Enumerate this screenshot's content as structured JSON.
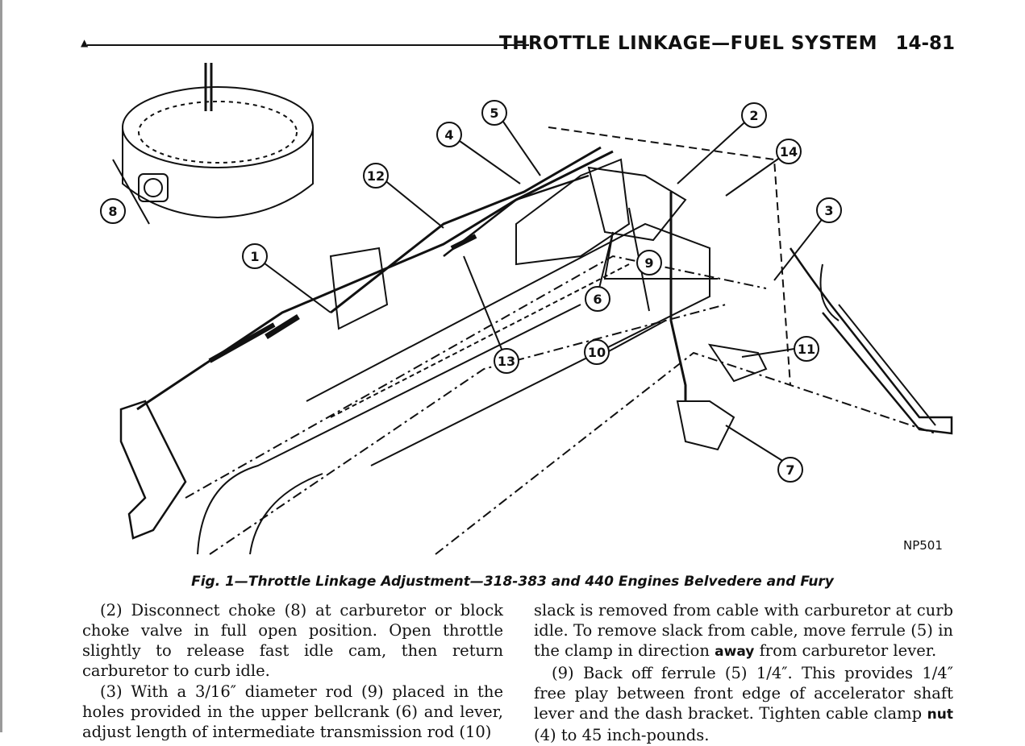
{
  "header": {
    "marker": "▲",
    "title": "THROTTLE LINKAGE—FUEL SYSTEM",
    "page_number": "14-81"
  },
  "figure": {
    "callouts": [
      "1",
      "2",
      "3",
      "4",
      "5",
      "6",
      "7",
      "8",
      "9",
      "10",
      "11",
      "12",
      "13",
      "14"
    ],
    "code": "NP501",
    "caption": "Fig. 1—Throttle Linkage Adjustment—318-383 and 440 Engines Belvedere and Fury"
  },
  "body": {
    "left": {
      "p1": "(2) Disconnect choke (8) at carburetor or block choke valve in full open position. Open throttle slightly to release fast idle cam, then return carbure­tor to curb idle.",
      "p2": "(3) With a 3/16″ diameter rod (9) placed in the holes provided in the upper bellcrank (6) and lever, adjust length of intermediate transmission rod (10)"
    },
    "right": {
      "p1": "slack is removed from cable with carburetor at curb idle. To remove slack from cable, move ferrule (5) in the clamp in direction",
      "p1_bold": "away",
      "p1_end": "from carburetor lever.",
      "p2": "(9) Back off ferrule (5) 1/4″. This provides 1/4″ free play between front edge of accelerator shaft lever and the dash bracket. Tighten cable clamp",
      "p2_bold": "nut",
      "p2_end": "(4) to 45 inch-pounds."
    }
  }
}
